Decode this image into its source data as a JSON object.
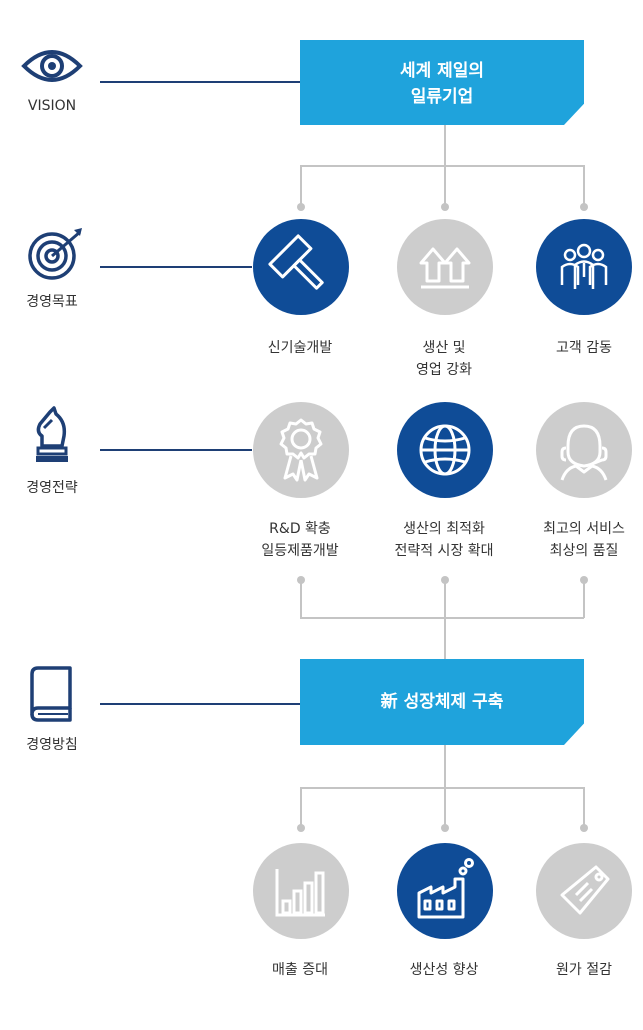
{
  "side": {
    "vision": "VISION",
    "goals": "경영목표",
    "strategy": "경영전략",
    "policy": "경영방침"
  },
  "banner_vision": {
    "line1": "세계 제일의",
    "line2": "일류기업"
  },
  "goals": [
    {
      "label_lines": [
        "신기술개발"
      ],
      "icon": "hammer-icon",
      "style": "blue"
    },
    {
      "label_lines": [
        "생산 및",
        "영업 강화"
      ],
      "icon": "double-up-arrow-icon",
      "style": "gray"
    },
    {
      "label_lines": [
        "고객 감동"
      ],
      "icon": "people-group-icon",
      "style": "blue"
    }
  ],
  "strategies": [
    {
      "label_lines": [
        "R&D 확충",
        "일등제품개발"
      ],
      "icon": "award-ribbon-icon",
      "style": "gray"
    },
    {
      "label_lines": [
        "생산의 최적화",
        "전략적 시장 확대"
      ],
      "icon": "globe-icon",
      "style": "blue"
    },
    {
      "label_lines": [
        "최고의 서비스",
        "최상의 품질"
      ],
      "icon": "headset-agent-icon",
      "style": "gray"
    }
  ],
  "banner_policy": {
    "line1": "新 성장체제 구축"
  },
  "policies": [
    {
      "label_lines": [
        "매출 증대"
      ],
      "icon": "bar-chart-icon",
      "style": "gray"
    },
    {
      "label_lines": [
        "생산성 향상"
      ],
      "icon": "factory-icon",
      "style": "blue"
    },
    {
      "label_lines": [
        "원가 절감"
      ],
      "icon": "price-tag-icon",
      "style": "gray"
    }
  ],
  "colors": {
    "accent_blue": "#1fa3dc",
    "navy": "#0f4c97",
    "gray_circle": "#cdcdcd",
    "line": "#1e3f75"
  }
}
